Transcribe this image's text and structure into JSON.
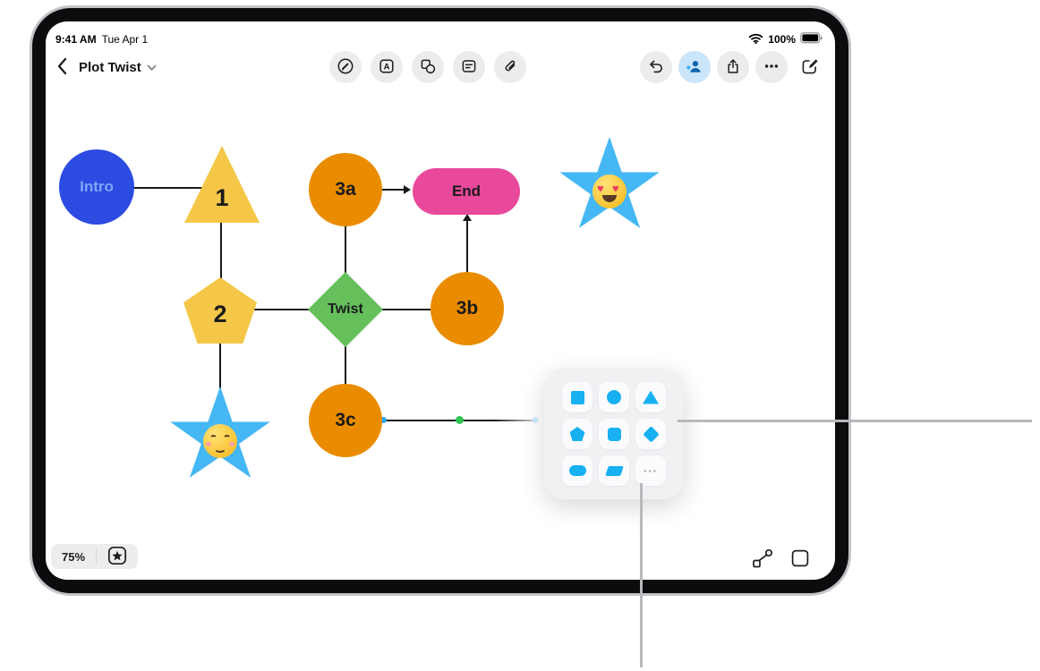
{
  "status_bar": {
    "time": "9:41 AM",
    "date": "Tue Apr 1",
    "battery_percent": "100%",
    "icons": [
      "wifi-icon",
      "battery-icon"
    ]
  },
  "toolbar": {
    "back_icon": "chevron-left-icon",
    "title": "Plot Twist",
    "title_chevron": "chevron-down-icon",
    "tools": [
      {
        "name": "draw-tool",
        "icon": "pen-circle-icon"
      },
      {
        "name": "text-tool",
        "icon": "text-box-icon"
      },
      {
        "name": "shapes-tool",
        "icon": "shapes-icon"
      },
      {
        "name": "note-tool",
        "icon": "sticky-note-icon"
      },
      {
        "name": "media-tool",
        "icon": "paperclip-icon"
      }
    ],
    "actions": [
      {
        "name": "undo",
        "icon": "undo-icon"
      },
      {
        "name": "collaborate",
        "icon": "person-icon",
        "highlight": "#cbe5fb"
      },
      {
        "name": "share",
        "icon": "share-icon"
      },
      {
        "name": "more",
        "icon": "ellipsis-icon"
      },
      {
        "name": "new-board",
        "icon": "compose-icon"
      }
    ]
  },
  "canvas": {
    "nodes": [
      {
        "label": "Intro",
        "shape": "circle",
        "fill": "#2C4BE1",
        "text_color": "#7FA6F8"
      },
      {
        "label": "1",
        "shape": "triangle",
        "fill": "#F5C748",
        "text_color": "#1a1a1a"
      },
      {
        "label": "2",
        "shape": "pentagon",
        "fill": "#F5C748",
        "text_color": "#1a1a1a"
      },
      {
        "label": "3a",
        "shape": "circle",
        "fill": "#EA8C00",
        "text_color": "#1a1a1a"
      },
      {
        "label": "Twist",
        "shape": "diamond",
        "fill": "#65BF5B",
        "text_color": "#1a1a1a"
      },
      {
        "label": "3b",
        "shape": "circle",
        "fill": "#EA8C00",
        "text_color": "#1a1a1a"
      },
      {
        "label": "End",
        "shape": "rounded-rect",
        "fill": "#E8499B",
        "text_color": "#1a1a1a"
      },
      {
        "label": "😍",
        "shape": "star",
        "fill": "#45B7F4",
        "emoji": "heart-eyes"
      },
      {
        "label": "☺️",
        "shape": "star",
        "fill": "#45B7F4",
        "emoji": "smiling-blush"
      },
      {
        "label": "3c",
        "shape": "circle",
        "fill": "#EA8C00",
        "text_color": "#1a1a1a"
      }
    ],
    "connector_color": "#1a1a1a",
    "selected_connector": {
      "endpoint_color": "#29A9F3",
      "midpoint_color": "#30C553"
    }
  },
  "shape_popup": {
    "items": [
      "square",
      "circle",
      "triangle",
      "pentagon",
      "rounded-square",
      "diamond",
      "stadium",
      "parallelogram",
      "more"
    ],
    "more_label": "···",
    "accent": "#17B0F1"
  },
  "footer": {
    "zoom": "75%",
    "left_icons": [
      "star-badge-icon"
    ],
    "right_icons": [
      "connector-nodes-icon",
      "frame-icon"
    ]
  }
}
